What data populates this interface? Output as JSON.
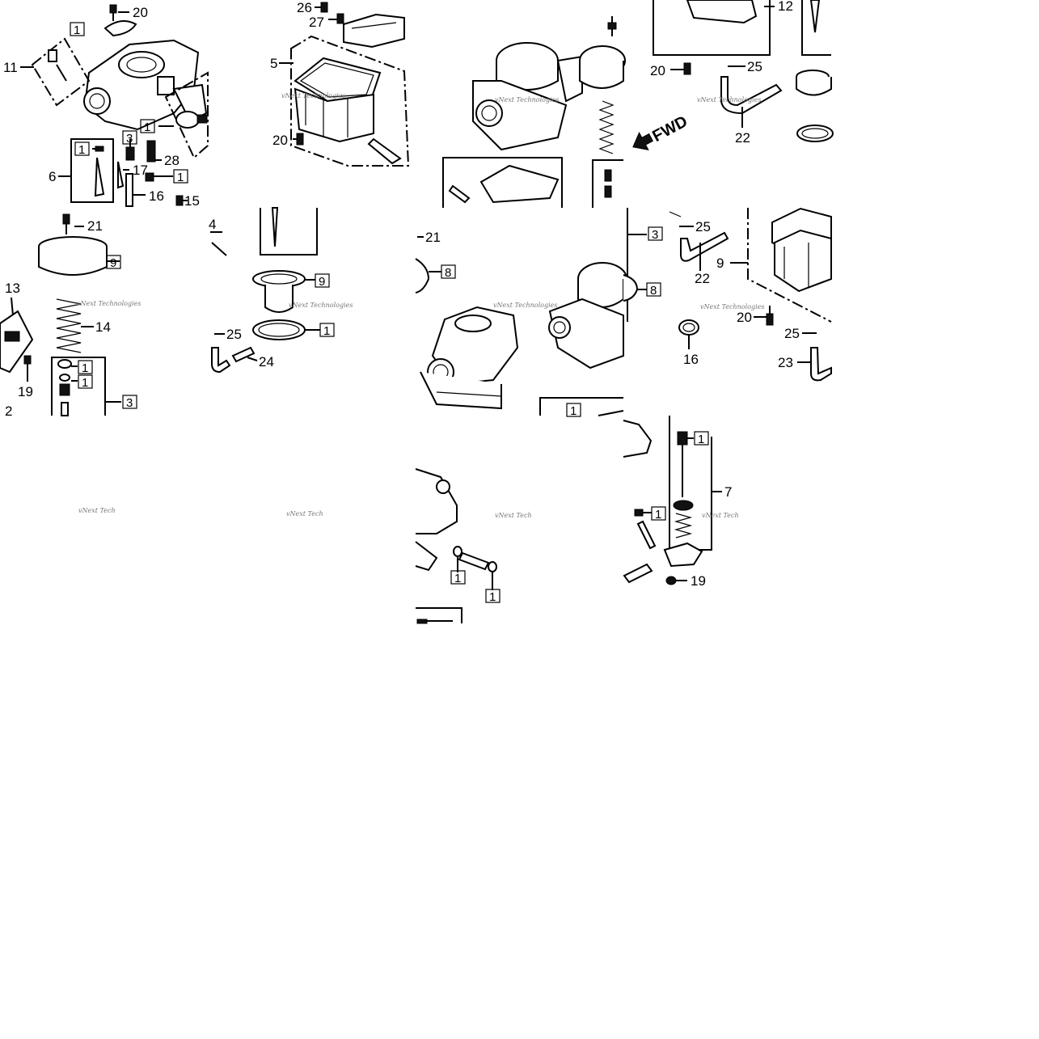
{
  "watermark": {
    "full": "vNext Technologies",
    "short": "vNext Tech"
  },
  "direction_label": "FWD",
  "callouts": [
    {
      "id": "t1-20",
      "text": "20"
    },
    {
      "id": "t1-b1a",
      "text": "1",
      "boxed": true
    },
    {
      "id": "t1-11",
      "text": "11"
    },
    {
      "id": "t1-b1b",
      "text": "1",
      "boxed": true
    },
    {
      "id": "t1-b1c",
      "text": "1",
      "boxed": true
    },
    {
      "id": "t1-3",
      "text": "3",
      "boxed": true
    },
    {
      "id": "t1-28",
      "text": "28"
    },
    {
      "id": "t1-6",
      "text": "6"
    },
    {
      "id": "t1-17",
      "text": "17"
    },
    {
      "id": "t1-b1d",
      "text": "1",
      "boxed": true
    },
    {
      "id": "t1-16",
      "text": "16"
    },
    {
      "id": "t1-15",
      "text": "15"
    },
    {
      "id": "t2-26",
      "text": "26"
    },
    {
      "id": "t2-27",
      "text": "27"
    },
    {
      "id": "t2-5",
      "text": "5"
    },
    {
      "id": "t2-20",
      "text": "20"
    },
    {
      "id": "t4-12",
      "text": "12"
    },
    {
      "id": "t4-20",
      "text": "20"
    },
    {
      "id": "t4-25",
      "text": "25"
    },
    {
      "id": "t4-22",
      "text": "22"
    },
    {
      "id": "t5-21",
      "text": "21"
    },
    {
      "id": "t5-9",
      "text": "9",
      "boxed": true
    },
    {
      "id": "t5-13",
      "text": "13"
    },
    {
      "id": "t5-14",
      "text": "14"
    },
    {
      "id": "t5-b1a",
      "text": "1",
      "boxed": true
    },
    {
      "id": "t5-b1b",
      "text": "1",
      "boxed": true
    },
    {
      "id": "t5-19",
      "text": "19"
    },
    {
      "id": "t5-3",
      "text": "3",
      "boxed": true
    },
    {
      "id": "t5-2",
      "text": "2"
    },
    {
      "id": "t6-4",
      "text": "4"
    },
    {
      "id": "t6-9",
      "text": "9",
      "boxed": true
    },
    {
      "id": "t6-25",
      "text": "25"
    },
    {
      "id": "t6-b1",
      "text": "1",
      "boxed": true
    },
    {
      "id": "t6-24",
      "text": "24"
    },
    {
      "id": "t7-21",
      "text": "21"
    },
    {
      "id": "t7-8",
      "text": "8",
      "boxed": true
    },
    {
      "id": "t7-b1",
      "text": "1",
      "boxed": true
    },
    {
      "id": "t8-3",
      "text": "3",
      "boxed": true
    },
    {
      "id": "t8-25",
      "text": "25"
    },
    {
      "id": "t8-22",
      "text": "22"
    },
    {
      "id": "t8-9",
      "text": "9"
    },
    {
      "id": "t8-8",
      "text": "8",
      "boxed": true
    },
    {
      "id": "t8-20",
      "text": "20"
    },
    {
      "id": "t8-16",
      "text": "16"
    },
    {
      "id": "t8-25b",
      "text": "25"
    },
    {
      "id": "t8-23",
      "text": "23"
    },
    {
      "id": "t11-b1a",
      "text": "1",
      "boxed": true
    },
    {
      "id": "t11-b1b",
      "text": "1",
      "boxed": true
    },
    {
      "id": "t12-b1a",
      "text": "1",
      "boxed": true
    },
    {
      "id": "t12-7",
      "text": "7"
    },
    {
      "id": "t12-b1b",
      "text": "1",
      "boxed": true
    },
    {
      "id": "t12-19",
      "text": "19"
    }
  ]
}
